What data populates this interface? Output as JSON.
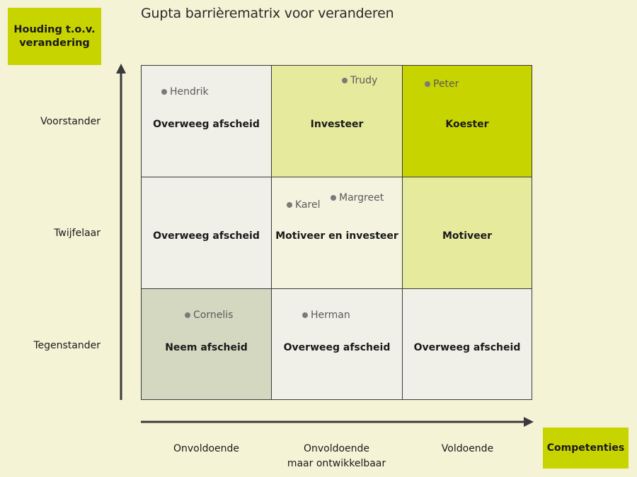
{
  "title": "Gupta barrièrematrix voor veranderen",
  "y_axis_label": "Houding t.o.v.\nverandering",
  "x_axis_label": "Competenties",
  "y_ticks": [
    "Voorstander",
    "Twijfelaar",
    "Tegenstander"
  ],
  "x_ticks": [
    {
      "line1": "Onvoldoende",
      "line2": ""
    },
    {
      "line1": "Onvoldoende",
      "line2": "maar ontwikkelbaar"
    },
    {
      "line1": "Voldoende",
      "line2": ""
    }
  ],
  "cells": [
    [
      {
        "strategy": "Overweeg afscheid",
        "fill": "#f0f0e8",
        "people": [
          "Hendrik"
        ]
      },
      {
        "strategy": "Investeer",
        "fill": "#e5ea9c",
        "people": [
          "Trudy"
        ]
      },
      {
        "strategy": "Koester",
        "fill": "#c8d400",
        "people": [
          "Peter"
        ]
      }
    ],
    [
      {
        "strategy": "Overweeg afscheid",
        "fill": "#f0f0e8",
        "people": []
      },
      {
        "strategy": "Motiveer en investeer",
        "fill": "#f3f3df",
        "people": [
          "Karel",
          "Margreet"
        ]
      },
      {
        "strategy": "Motiveer",
        "fill": "#e5ea9c",
        "people": []
      }
    ],
    [
      {
        "strategy": "Neem afscheid",
        "fill": "#d4d8c0",
        "people": [
          "Cornelis"
        ]
      },
      {
        "strategy": "Overweeg afscheid",
        "fill": "#f0f0e8",
        "people": [
          "Herman"
        ]
      },
      {
        "strategy": "Overweeg afscheid",
        "fill": "#f0f0e8",
        "people": []
      }
    ]
  ],
  "colors": {
    "accent": "#c8d400",
    "axis": "#3a3a3a",
    "background": "#f5f3d6"
  }
}
